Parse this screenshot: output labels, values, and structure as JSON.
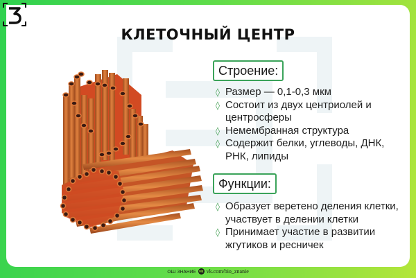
{
  "logo": {
    "glyph": "3"
  },
  "title": "КЛЕТОЧНЫЙ ЦЕНТР",
  "illustration": {
    "subject": "centriole-pair",
    "tube_color": "#c9602a",
    "inner_color": "#e2502a",
    "hole_color": "#3a1a12"
  },
  "structure": {
    "label": "Строение:",
    "items": [
      "Размер — 0,1-0,3 мкм",
      "Состоит из двух центриолей и центросферы",
      "Немембранная структура",
      "Содержит белки, углеводы, ДНК, РНК, липиды"
    ]
  },
  "functions": {
    "label": "Функции:",
    "items": [
      "Образует веретено деления клетки, участвует в делении клетки",
      "Принимает участие в развитии жгутиков и ресничек"
    ]
  },
  "bullet_glyph": "◊",
  "footer": {
    "brand": "ОШ ЗНАНИЕ",
    "vk_glyph": "vk",
    "url": "vk.com/bio_znanie"
  },
  "colors": {
    "accent_green": "#3ba35a",
    "bg_green_left": "#2fd14f",
    "bg_green_right": "#b4e63a",
    "watermark": "#eef3f5"
  }
}
